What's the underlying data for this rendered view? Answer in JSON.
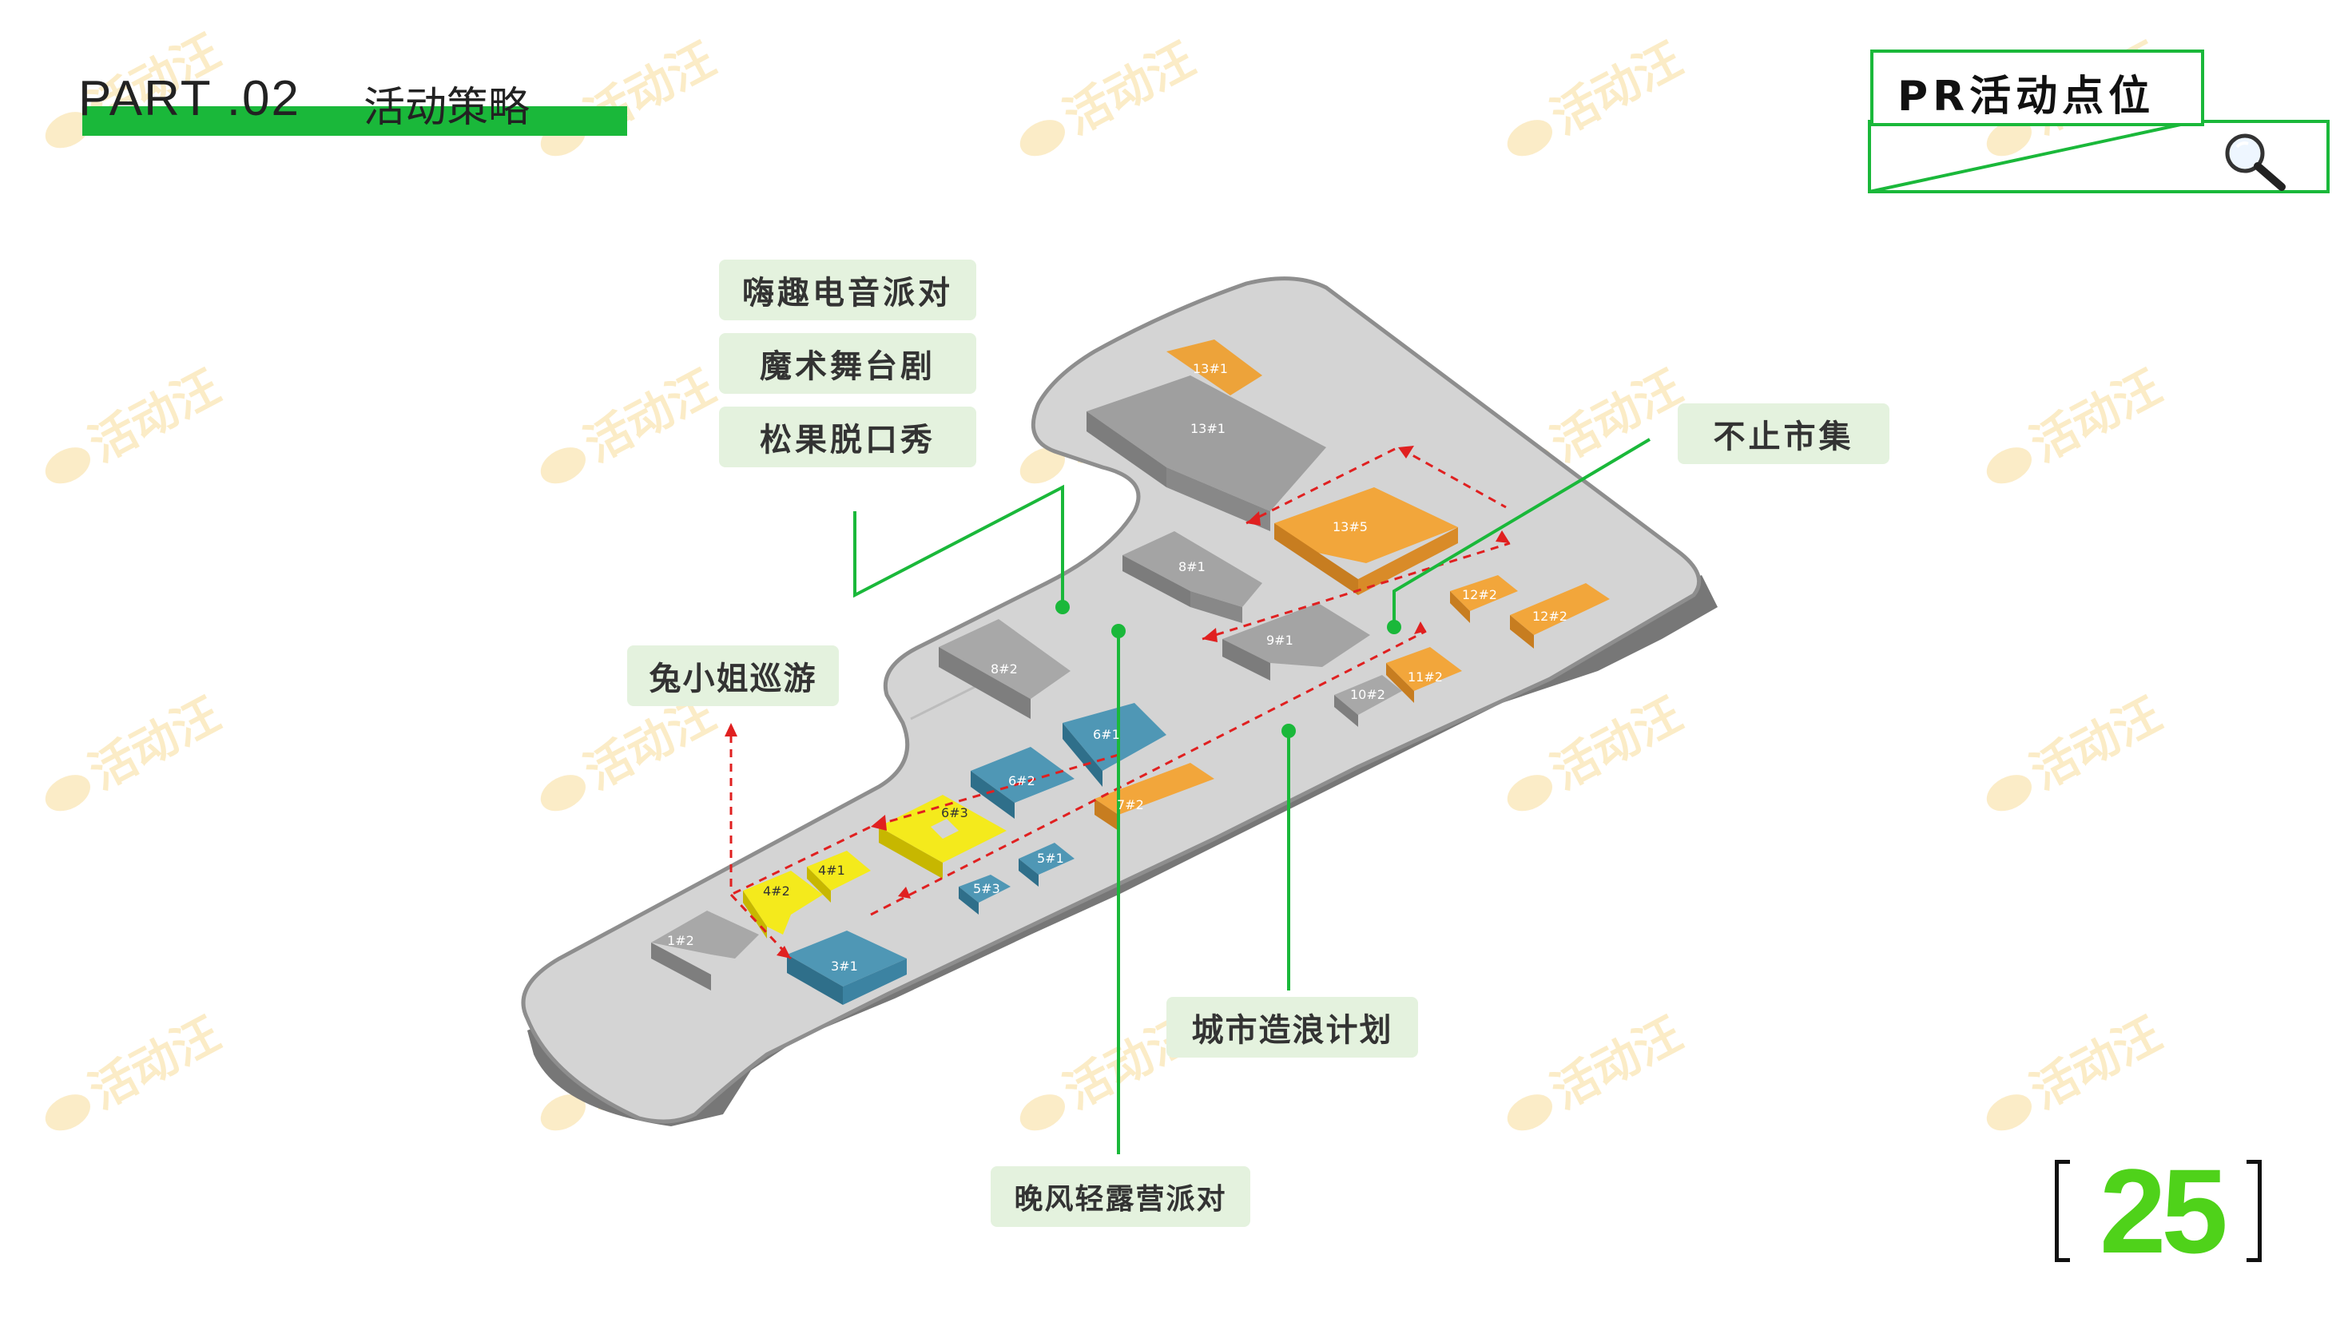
{
  "header": {
    "part": "PART .02",
    "section": "活动策略"
  },
  "title_box": {
    "title": "PR活动点位",
    "icon": "search-icon"
  },
  "labels": {
    "edm": "嗨趣电音派对",
    "magic": "魔术舞台剧",
    "talk": "松果脱口秀",
    "market": "不止市集",
    "rabbit": "兔小姐巡游",
    "wave": "城市造浪计划",
    "camp": "晚风轻露营派对"
  },
  "buildings": {
    "b13_1": "13#1",
    "b13_1b": "13#1",
    "b13_5": "13#5",
    "b8_1": "8#1",
    "b9_1": "9#1",
    "b12_2a": "12#2",
    "b12_2b": "12#2",
    "b11_2": "11#2",
    "b10_2": "10#2",
    "b8_2": "8#2",
    "b6_1": "6#1",
    "b6_2": "6#2",
    "b7_2": "7#2",
    "b6_3": "6#3",
    "b5_1": "5#1",
    "b5_3": "5#3",
    "b4_1": "4#1",
    "b4_2": "4#2",
    "b1_2": "1#2",
    "b3_1": "3#1"
  },
  "page_number": "25",
  "watermark": "活动汪",
  "colors": {
    "green": "#1ab83a",
    "label_bg": "#e4f2de",
    "gray_building": "#a9a9a9",
    "orange_building": "#f0a93a",
    "yellow_building": "#f4ea1c",
    "blue_building": "#4f97b5",
    "route": "#e02020",
    "page_number": "#4fd21a"
  }
}
